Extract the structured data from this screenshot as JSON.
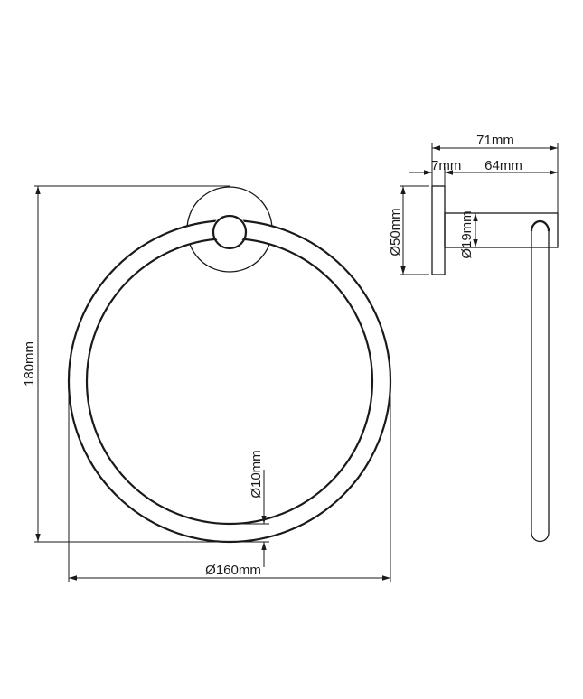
{
  "drawing": {
    "title": "Towel ring technical drawing",
    "colors": {
      "line": "#1a1a1a",
      "background": "#ffffff"
    },
    "front_view": {
      "dimensions": {
        "height": "180mm",
        "ring_diameter": "Ø160mm",
        "tube_diameter": "Ø10mm"
      }
    },
    "side_view": {
      "dimensions": {
        "total_depth": "71mm",
        "plate_thickness": "7mm",
        "arm_length": "64mm",
        "rosette_diameter": "Ø50mm",
        "arm_diameter": "Ø19mm"
      }
    }
  }
}
